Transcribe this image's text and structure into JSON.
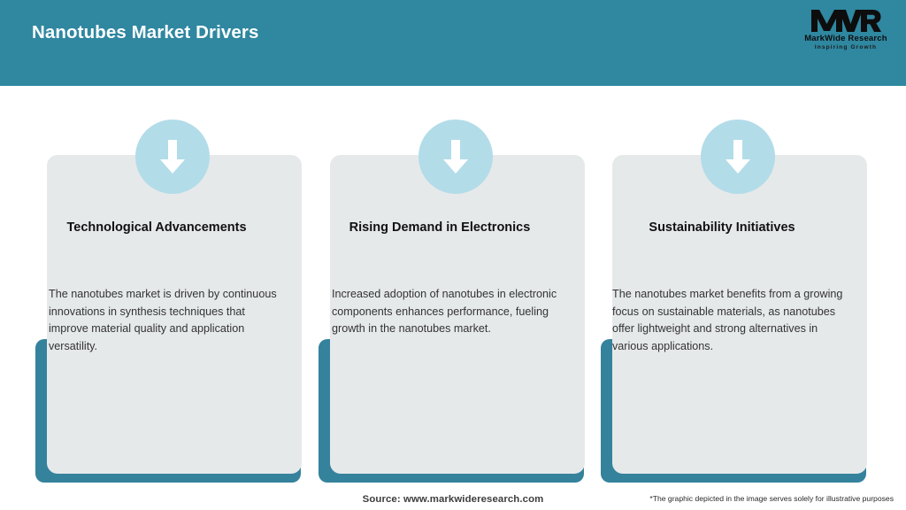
{
  "header": {
    "title": "Nanotubes Market Drivers",
    "background_color": "#2F87A0",
    "title_color": "#FFFFFF"
  },
  "logo": {
    "mark": "MWR",
    "company_name": "MarkWide Research",
    "tagline": "Inspiring Growth"
  },
  "theme": {
    "accent_teal": "#35829C",
    "card_gray": "#E6E9EA",
    "badge_blue": "#B3DCE9",
    "arrow_white": "#FFFFFF",
    "body_text": "#333333"
  },
  "cards": [
    {
      "icon": "down-arrow-icon",
      "title": "Technological Advancements",
      "body": "The nanotubes market is driven by continuous innovations in synthesis techniques that improve material quality and application versatility."
    },
    {
      "icon": "down-arrow-icon",
      "title": "Rising Demand in Electronics",
      "body": "Increased adoption of nanotubes in electronic components enhances performance, fueling growth in the nanotubes market."
    },
    {
      "icon": "down-arrow-icon",
      "title": "Sustainability Initiatives",
      "body": "The nanotubes market benefits from a growing focus on sustainable materials, as nanotubes offer lightweight and strong alternatives in various applications."
    }
  ],
  "footer": {
    "source": "Source: www.markwideresearch.com",
    "disclaimer": "*The graphic depicted in the image serves solely for illustrative purposes"
  }
}
